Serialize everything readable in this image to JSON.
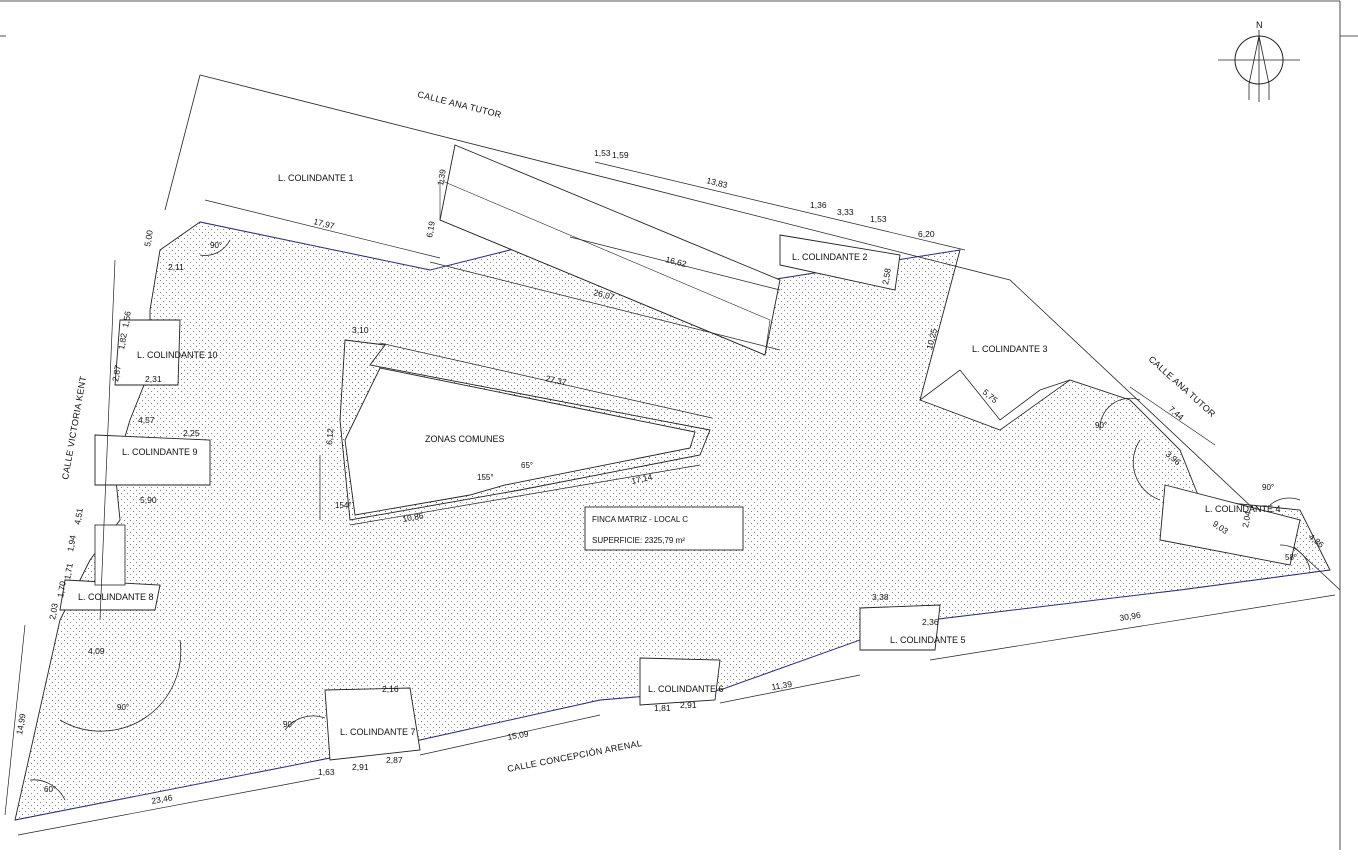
{
  "streets": {
    "top": "CALLE ANA TUTOR",
    "right": "CALLE ANA TUTOR",
    "left": "CALLE VICTORIA KENT",
    "bottom": "CALLE CONCEPCIÓN ARENAL"
  },
  "compass": {
    "north": "N"
  },
  "neighbors": {
    "l1": "L. COLINDANTE 1",
    "l2": "L. COLINDANTE 2",
    "l3": "L. COLINDANTE 3",
    "l4": "L. COLINDANTE 4",
    "l5": "L. COLINDANTE 5",
    "l6": "L. COLINDANTE 6",
    "l7": "L. COLINDANTE 7",
    "l8": "L. COLINDANTE 8",
    "l9": "L. COLINDANTE 9",
    "l10": "L. COLINDANTE 10"
  },
  "common": "ZONAS COMUNES",
  "infobox": {
    "title": "FINCA MATRIZ - LOCAL C",
    "area": "SUPERFICIE: 2325,79 m²"
  },
  "dims": {
    "d1797": "17,97",
    "d2607": "26,07",
    "d1662": "16,62",
    "d1383": "13,83",
    "d153a": "1,53",
    "d159": "1,59",
    "d136": "1,36",
    "d333": "3,33",
    "d153b": "1,53",
    "d620": "6,20",
    "d1025": "10,25",
    "d575": "5,75",
    "d744": "7,44",
    "d486": "4,86",
    "d3096": "30,96",
    "d1139": "11,39",
    "d1509": "15,09",
    "d2346": "23,46",
    "d1499": "14,99",
    "d500": "5,00",
    "d211": "2,11",
    "d310": "3,10",
    "d2737": "27,37",
    "d612": "6,12",
    "d1714": "17,14",
    "d1086": "10,86",
    "d590": "5,90",
    "d409": "4,09",
    "d291a": "2,91",
    "d287": "2,87",
    "d291b": "2,91",
    "d181": "1,81",
    "d163": "1,63",
    "d338": "3,38",
    "d619": "6,19",
    "d139": "1,39",
    "d216": "2,16",
    "d236": "2,36",
    "d258": "2,58",
    "d231": "2,31",
    "d457": "4,57",
    "d451": "4,51",
    "d171": "1,71",
    "d194": "1,94",
    "d203": "2,03",
    "d170": "1,70",
    "d287b": "2,87",
    "d182": "1,82",
    "d156": "1,56",
    "d903": "9,03",
    "d204": "2,04",
    "d396": "3,96",
    "d225": "2,25"
  },
  "angles": {
    "a90a": "90°",
    "a90b": "90°",
    "a90c": "90°",
    "a90d": "90°",
    "a90e": "90°",
    "a155": "155°",
    "a65": "65°",
    "a154": "154°",
    "a58": "58°",
    "a60": "60°"
  }
}
